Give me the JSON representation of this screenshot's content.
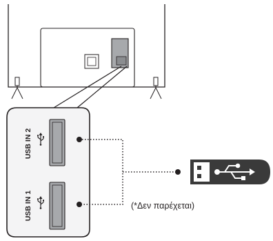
{
  "ports": [
    {
      "label": "USB IN 2"
    },
    {
      "label": "USB IN 1"
    }
  ],
  "note": "(*Δεν παρέχεται)",
  "icons": {
    "port": "usb-symbol-icon",
    "device": "usb-flash-drive-icon"
  },
  "colors": {
    "stroke": "#231f20",
    "port_fill": "#a7a9ac",
    "panel_fill": "#f4f4f5",
    "usb_body": "#3a3a3a",
    "usb_plug": "#ffffff"
  }
}
